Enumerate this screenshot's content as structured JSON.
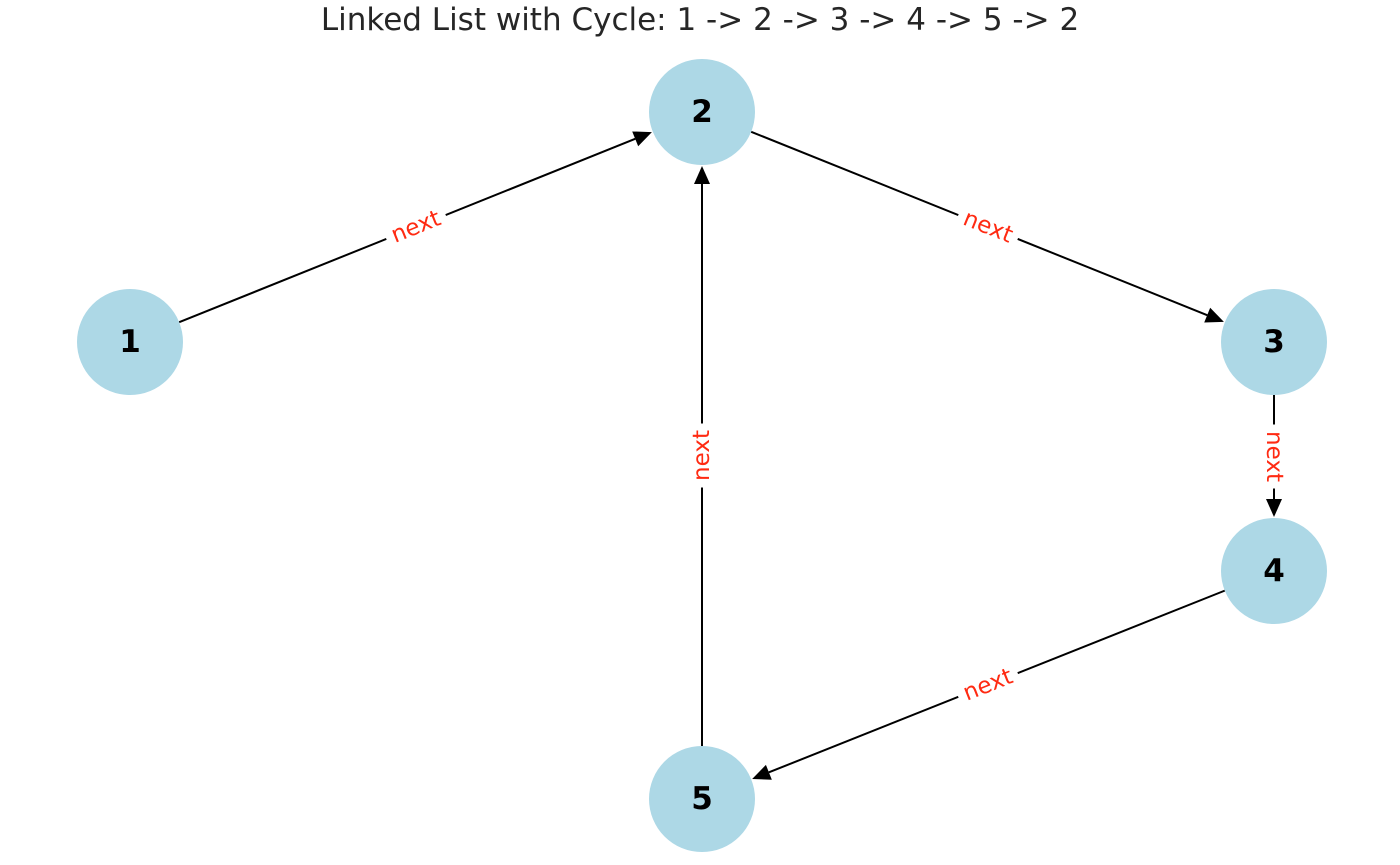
{
  "title": "Linked List with Cycle: 1 -> 2 -> 3 -> 4 -> 5 -> 2",
  "colors": {
    "node_fill": "#add8e6",
    "edge": "#000000",
    "edge_label": "#ff2a12",
    "title_text": "#262626",
    "node_text": "#000000"
  },
  "nodes": [
    {
      "id": "n1",
      "label": "1"
    },
    {
      "id": "n2",
      "label": "2"
    },
    {
      "id": "n3",
      "label": "3"
    },
    {
      "id": "n4",
      "label": "4"
    },
    {
      "id": "n5",
      "label": "5"
    }
  ],
  "edges": [
    {
      "from": "n1",
      "to": "n2",
      "label": "next"
    },
    {
      "from": "n2",
      "to": "n3",
      "label": "next"
    },
    {
      "from": "n3",
      "to": "n4",
      "label": "next"
    },
    {
      "from": "n4",
      "to": "n5",
      "label": "next"
    },
    {
      "from": "n5",
      "to": "n2",
      "label": "next"
    }
  ]
}
